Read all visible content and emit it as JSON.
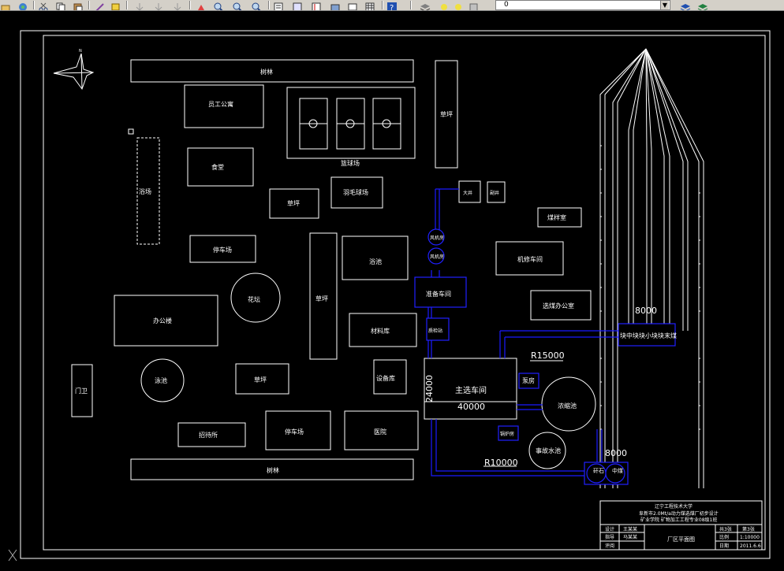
{
  "toolbar": {
    "layer_value": "0",
    "tools": [
      "open-icon",
      "globe-icon",
      "cut-icon",
      "copy-icon",
      "paste-icon",
      "matchprop-icon",
      "brush-icon",
      "undo-icon",
      "redo-icon",
      "pan-icon",
      "zoom-realtime-icon",
      "zoom-window-icon",
      "zoom-previous-icon",
      "properties-icon",
      "designcenter-icon",
      "toolpalette-icon",
      "sheetset-icon",
      "markup-icon",
      "calculator-icon",
      "help-icon",
      "layer-manager-icon",
      "layer-state-icon",
      "layer-prev-icon",
      "layers-icon"
    ]
  },
  "colors": {
    "background": "#000000",
    "lines": "#ffffff",
    "pipes": "#0000cc",
    "pipe_dark": "#00008b",
    "ui": "#d4d0c8"
  },
  "map": {
    "north_arrow": "N",
    "buildings": {
      "woods_top": "树林",
      "woods_bottom": "树林",
      "dorm": "员工公寓",
      "canteen": "食堂",
      "parking_1": "停车场",
      "office": "办公楼",
      "flower_bed": "花坛",
      "bath": "浴场",
      "gate": "门卫",
      "lawn_mid": "草坪",
      "reception": "招待所",
      "parking_2": "停车场",
      "hospital": "医院",
      "court": "篮球场",
      "pool": "泳池",
      "lawn_small": "草坪",
      "badminton": "羽毛球场",
      "lawn_tall": "草坪",
      "lawn_right_top": "草坪",
      "material_shed": "材料库",
      "equipment_shed": "设备库",
      "pool2": "浴池",
      "ent_1": "大井",
      "ent_2": "副井",
      "shaft_1": "风机房",
      "shaft_2": "风机房",
      "prep_plant": "准备车间",
      "sampling": "质检站",
      "main_plant": "主选车间",
      "pump_house": "泵房",
      "boiler_house": "锅炉房",
      "repair_plant": "机修车间",
      "coal_sample": "煤样室",
      "dispatch_office": "选煤办公室",
      "thickener": "浓缩池",
      "clarifier": "事故水池",
      "loading_bin": "块中块块小块块末煤",
      "stockpile_a": "矸石",
      "stockpile_b": "中煤"
    },
    "dims": {
      "main_h": "24000",
      "main_w": "40000",
      "r_thickener": "R15000",
      "r_clarifier": "R10000",
      "bin_len_top": "8000",
      "bin_len_bottom": "8000"
    }
  },
  "title_block": {
    "school": "辽宁工程技术大学",
    "project": "阜新市2.0Mt/a动力煤选煤厂初步设计",
    "dept": "矿业学院 矿物加工工程专业08级1班",
    "row1": [
      "设计",
      "王某某"
    ],
    "row2": [
      "指导",
      "马某某"
    ],
    "row3": [
      "评阅",
      ""
    ],
    "drawing_name": "厂区平面图",
    "sheet": [
      "共3张",
      "第3张"
    ],
    "scale": [
      "比例",
      "1:10000"
    ],
    "date": [
      "日期",
      "2011.6.6"
    ]
  }
}
